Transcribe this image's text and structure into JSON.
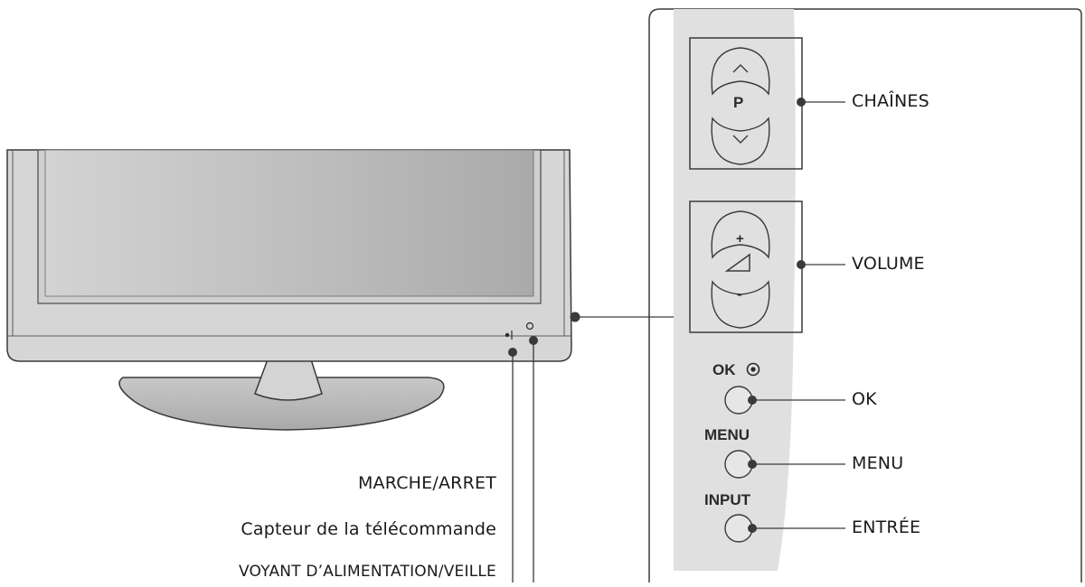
{
  "panel_labels": {
    "channels": "CHAÎNES",
    "volume": "VOLUME",
    "ok": "OK",
    "menu": "MENU",
    "input": "ENTRÉE"
  },
  "tv_labels": {
    "power": "MARCHE/ARRET",
    "remote_sensor": "Capteur de la télécommande",
    "power_led": "VOYANT D’ALIMENTATION/VEILLE"
  },
  "buttons": {
    "program_symbol": "P",
    "volume_plus": "+",
    "volume_minus": "-",
    "ok_text": "OK",
    "menu_text": "MENU",
    "input_text": "INPUT"
  },
  "colors": {
    "tv_body": "#d6d6d6",
    "tv_screen": "#b7b7b7",
    "panel_strip": "#e0e0e0",
    "outline": "#3a3a3a"
  },
  "icons": {
    "up": "chevron-up-icon",
    "down": "chevron-down-icon",
    "volume": "volume-wedge-icon",
    "ok_ring": "target-ring-icon"
  }
}
